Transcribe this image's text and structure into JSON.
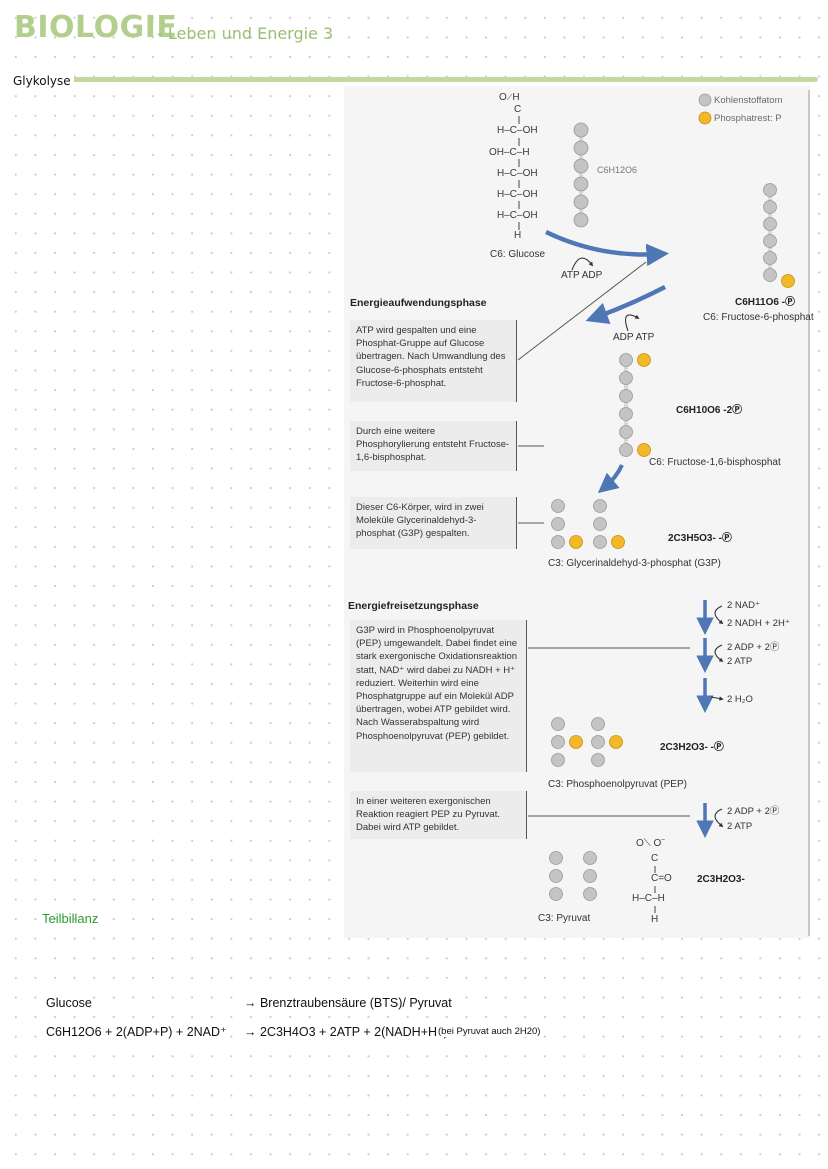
{
  "header": {
    "title": "BIOLOGIE",
    "subtitle": "- Leben und Energie 3",
    "section": "Glykolyse"
  },
  "figure": {
    "legend": {
      "carbon": "Kohlenstoffatom",
      "phosphate": "Phosphatrest: P"
    },
    "glucose_struct": [
      "H–C–OH",
      "OH–C–H",
      "H–C–OH",
      "H–C–OH",
      "H–C–OH"
    ],
    "glucose_formula": "C6H12O6",
    "glucose_label": "C6: Glucose",
    "step1_atp": "ATP ADP",
    "f6p_formula": "C6H11O6 -Ⓟ",
    "f6p_label": "C6: Fructose-6-phosphat",
    "step2_atp": "ADP ATP",
    "phase1": "Energieaufwendungsphase",
    "box1": "ATP wird gespalten und eine Phosphat-Gruppe auf Glucose übertragen. Nach Umwandlung des Glucose-6-phosphats entsteht Fructose-6-phosphat.",
    "fbp_formula": "C6H10O6 -2Ⓟ",
    "box2": "Durch eine weitere Phosphorylierung entsteht Fructose-1,6-bisphosphat.",
    "fbp_label": "C6: Fructose-1,6-bisphosphat",
    "box3": "Dieser C6-Körper, wird in zwei Moleküle Glycerinaldehyd-3-phosphat (G3P) gespalten.",
    "g3p_formula": "2C3H5O3- -Ⓟ",
    "g3p_label": "C3: Glycerinaldehyd-3-phosphat (G3P)",
    "phase2": "Energiefreisetzungsphase",
    "step_nad_1": "2 NAD⁺",
    "step_nad_2": "2 NADH + 2H⁺",
    "step_adp_1": "2 ADP + 2Ⓟ",
    "step_adp_2": "2 ATP",
    "step_h2o": "2 H₂O",
    "box4": "G3P wird in Phosphoenolpyruvat (PEP) umgewandelt. Dabei findet eine stark exergonische Oxidationsreaktion statt, NAD⁺ wird dabei zu NADH + H⁺ reduziert. Weiterhin wird eine Phosphatgruppe auf ein Molekül ADP übertragen, wobei ATP gebildet wird. Nach Wasserabspaltung wird Phosphoenolpyruvat (PEP) gebildet.",
    "pep_formula": "2C3H2O3- -Ⓟ",
    "pep_label": "C3: Phosphoenolpyruvat (PEP)",
    "box5": "In einer weiteren exergonischen Reaktion reagiert PEP zu Pyruvat. Dabei wird ATP gebildet.",
    "step_adp_3": "2 ADP + 2Ⓟ",
    "step_atp_3": "2 ATP",
    "pyruvat_formula": "2C3H2O3-",
    "pyruvat_label": "C3: Pyruvat"
  },
  "balance": {
    "heading": "Teilbillanz",
    "row1_left": "Glucose",
    "row1_right": "→ Brenztraubensäure (BTS)/ Pyruvat",
    "row2_left": "C6H12O6 + 2(ADP+P) + 2NAD⁺",
    "row2_right": "→ 2C3H4O3 + 2ATP + 2(NADH+H⁺)",
    "row2_note": "(bei Pyruvat auch 2H20)"
  },
  "colors": {
    "title": "#b3cf8e",
    "divider": "#c3d99f",
    "carbon": "#c4c4c4",
    "phosphate": "#f2b827",
    "arrow": "#4f77b5",
    "teil": "#2e9a2e"
  }
}
